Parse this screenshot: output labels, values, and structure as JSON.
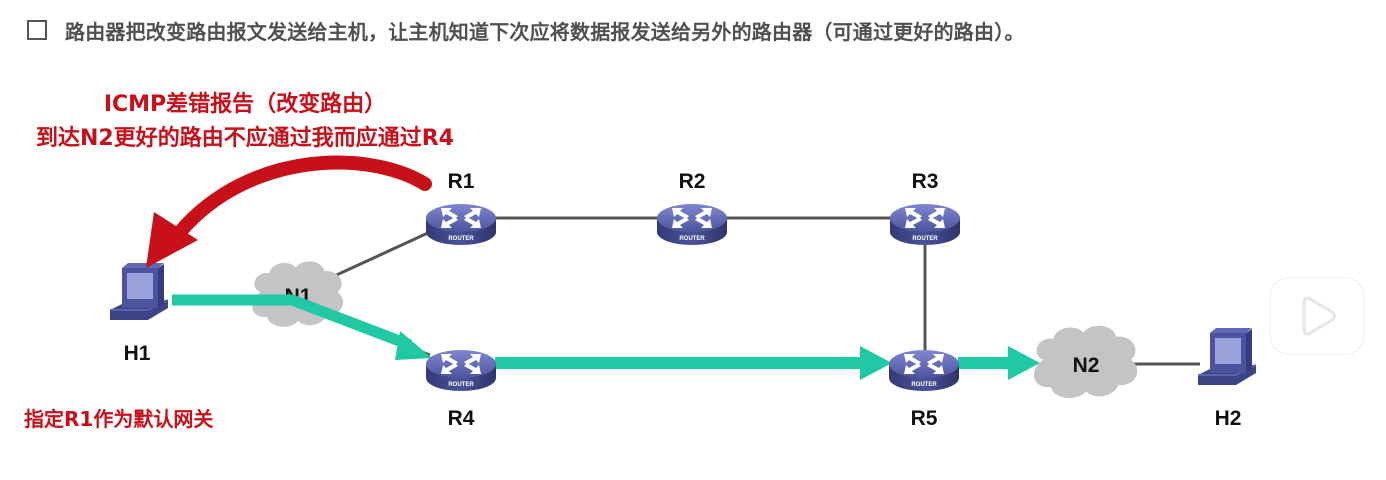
{
  "header": {
    "checkbox_checked": false,
    "text": "路由器把改变路由报文发送给主机，让主机知道下次应将数据报发送给另外的路由器（可通过更好的路由）。"
  },
  "annotations": {
    "icmp_title": "ICMP差错报告（改变路由）",
    "icmp_detail": "到达N2更好的路由不应通过我而应通过R4",
    "default_gateway": "指定R1作为默认网关"
  },
  "nodes": {
    "routers": [
      {
        "id": "R1",
        "label": "R1",
        "badge": "ROUTER"
      },
      {
        "id": "R2",
        "label": "R2",
        "badge": "ROUTER"
      },
      {
        "id": "R3",
        "label": "R3",
        "badge": "ROUTER"
      },
      {
        "id": "R4",
        "label": "R4",
        "badge": "ROUTER"
      },
      {
        "id": "R5",
        "label": "R5",
        "badge": "ROUTER"
      }
    ],
    "hosts": [
      {
        "id": "H1",
        "label": "H1"
      },
      {
        "id": "H2",
        "label": "H2"
      }
    ],
    "networks": [
      {
        "id": "N1",
        "label": "N1"
      },
      {
        "id": "N2",
        "label": "N2"
      }
    ]
  },
  "links": [
    [
      "N1",
      "R1"
    ],
    [
      "R1",
      "R2"
    ],
    [
      "R2",
      "R3"
    ],
    [
      "R3",
      "R5"
    ],
    [
      "N1",
      "R4"
    ],
    [
      "R4",
      "R5"
    ],
    [
      "N2",
      "H2"
    ]
  ],
  "path": [
    "H1",
    "N1",
    "R4",
    "R5",
    "N2"
  ],
  "colors": {
    "path": "#1fc9a3",
    "icmp_arrow": "#c8101a",
    "router": "#4a5299",
    "link": "#555555",
    "cloud": "#c4c4c4"
  },
  "overlay": {
    "icon": "play-video-icon"
  }
}
